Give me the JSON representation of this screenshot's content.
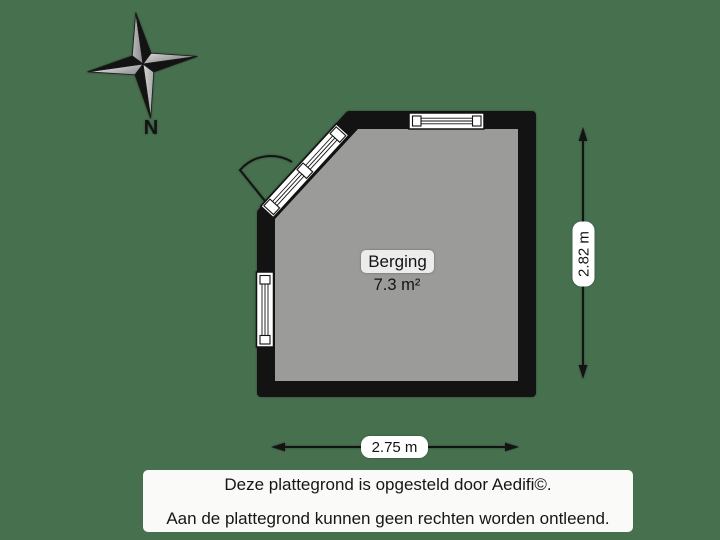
{
  "canvas": {
    "background_color": "#47704f"
  },
  "compass": {
    "north_label": "N"
  },
  "room": {
    "name": "Berging",
    "area": "7.3 m²",
    "colors": {
      "wall": "#131313",
      "floor": "#9b9b99",
      "window": "#ffffff",
      "label_pill": "#ececec"
    }
  },
  "dimensions": {
    "width": "2.75 m",
    "height": "2.82 m"
  },
  "footer": {
    "line1": "Deze plattegrond is opgesteld door Aedifi©.",
    "line2": "Aan de plattegrond kunnen geen rechten worden ontleend."
  }
}
